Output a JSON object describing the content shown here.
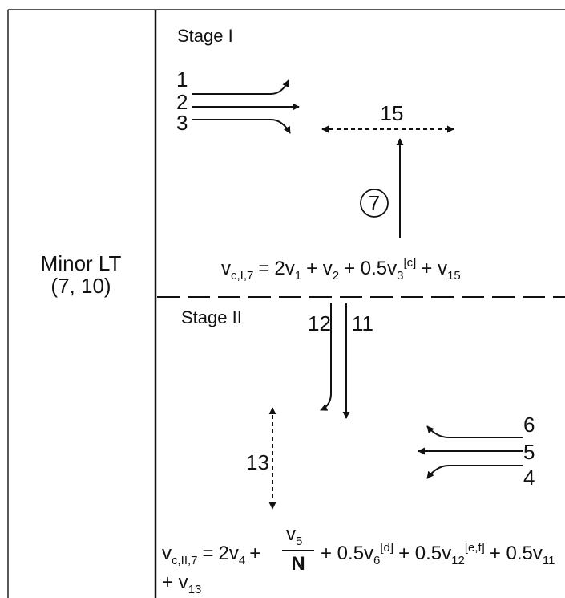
{
  "row_label": {
    "line1": "Minor LT",
    "line2": "(7, 10)"
  },
  "stage1": {
    "title": "Stage I",
    "movements": {
      "m1": "1",
      "m2": "2",
      "m3": "3",
      "ped": "15",
      "subject": "7"
    },
    "equation": {
      "lhs": "v",
      "lhs_sub": "c,I,7",
      "eq_sign": "=",
      "t1": "2v",
      "t1_sub": "1",
      "t2": "+ v",
      "t2_sub": "2",
      "t3": "+ 0.5v",
      "t3_sub": "3",
      "t3_sup": "[c]",
      "t4": "+ v",
      "t4_sub": "15"
    }
  },
  "stage2": {
    "title": "Stage II",
    "movements": {
      "m4": "4",
      "m5": "5",
      "m6": "6",
      "m11": "11",
      "m12": "12",
      "ped": "13"
    },
    "equation": {
      "lhs": "v",
      "lhs_sub": "c,II,7",
      "eq_sign": "=",
      "t1": "2v",
      "t1_sub": "4",
      "plus": "+",
      "frac_num": "v",
      "frac_num_sub": "5",
      "frac_den": "N",
      "t3": "+ 0.5v",
      "t3_sub": "6",
      "t3_sup": "[d]",
      "t4": "+ 0.5v",
      "t4_sub": "12",
      "t4_sup": "[e,f]",
      "t5": "+ 0.5v",
      "t5_sub": "11",
      "t6": "+ v",
      "t6_sub": "13"
    }
  }
}
